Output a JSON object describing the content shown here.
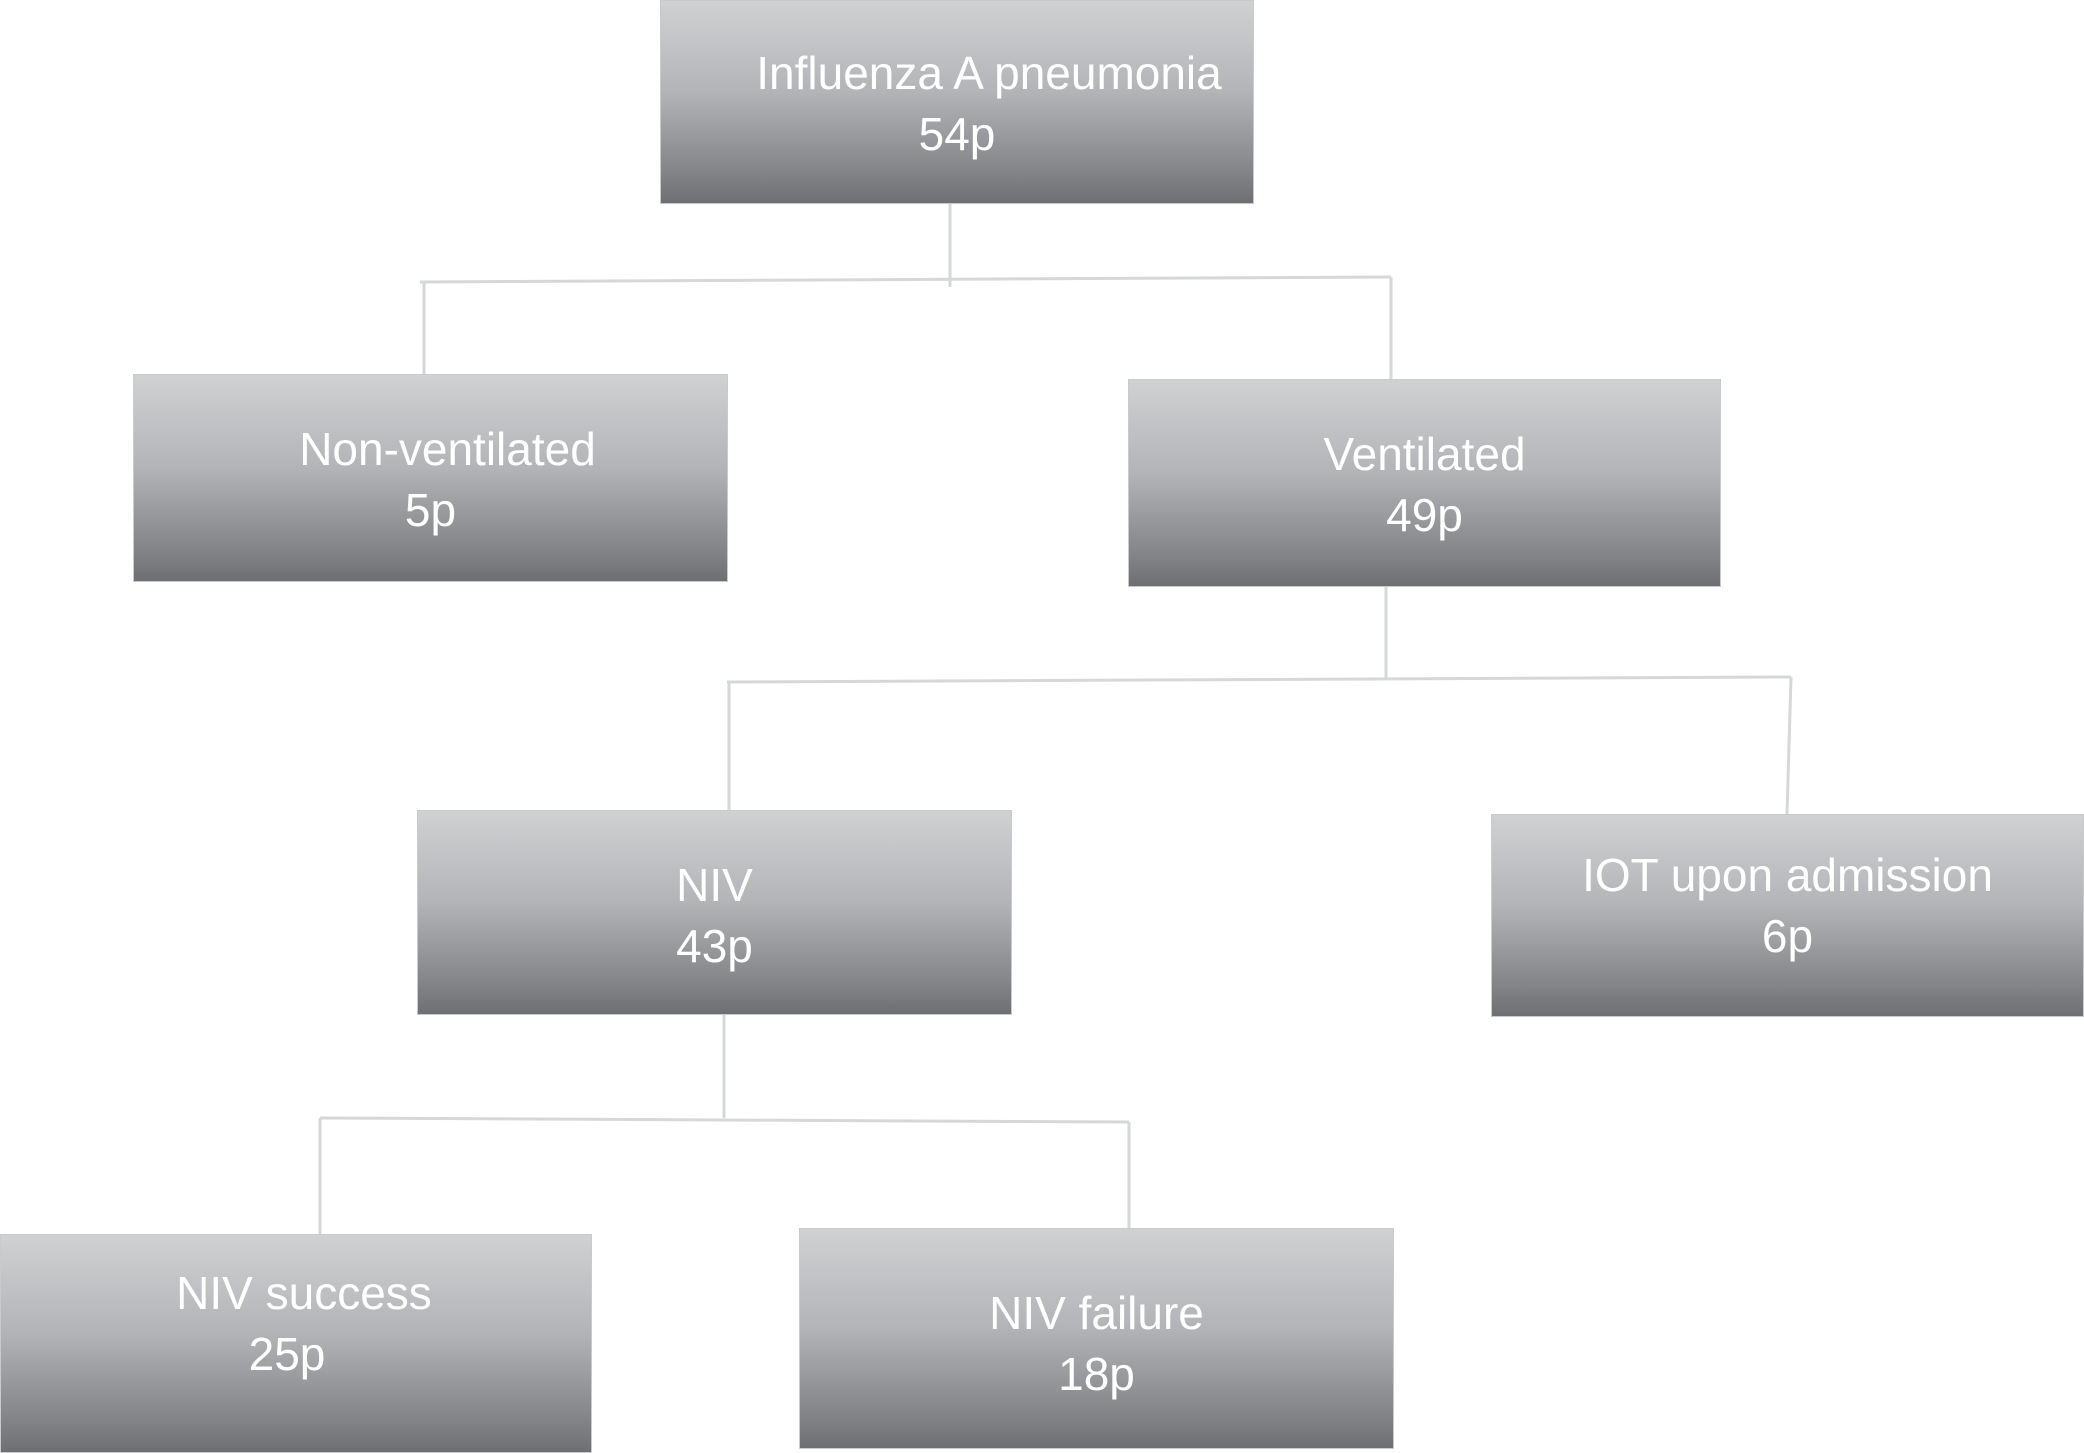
{
  "diagram": {
    "root": {
      "label": "Influenza A pneumonia",
      "count": "54p"
    },
    "non_ventilated": {
      "label": "Non-ventilated",
      "count": "5p"
    },
    "ventilated": {
      "label": "Ventilated",
      "count": "49p"
    },
    "niv": {
      "label": "NIV",
      "count": "43p"
    },
    "iot": {
      "label": "IOT upon admission",
      "count": "6p"
    },
    "niv_success": {
      "label": "NIV success",
      "count": "25p"
    },
    "niv_failure": {
      "label": "NIV failure",
      "count": "18p"
    }
  }
}
